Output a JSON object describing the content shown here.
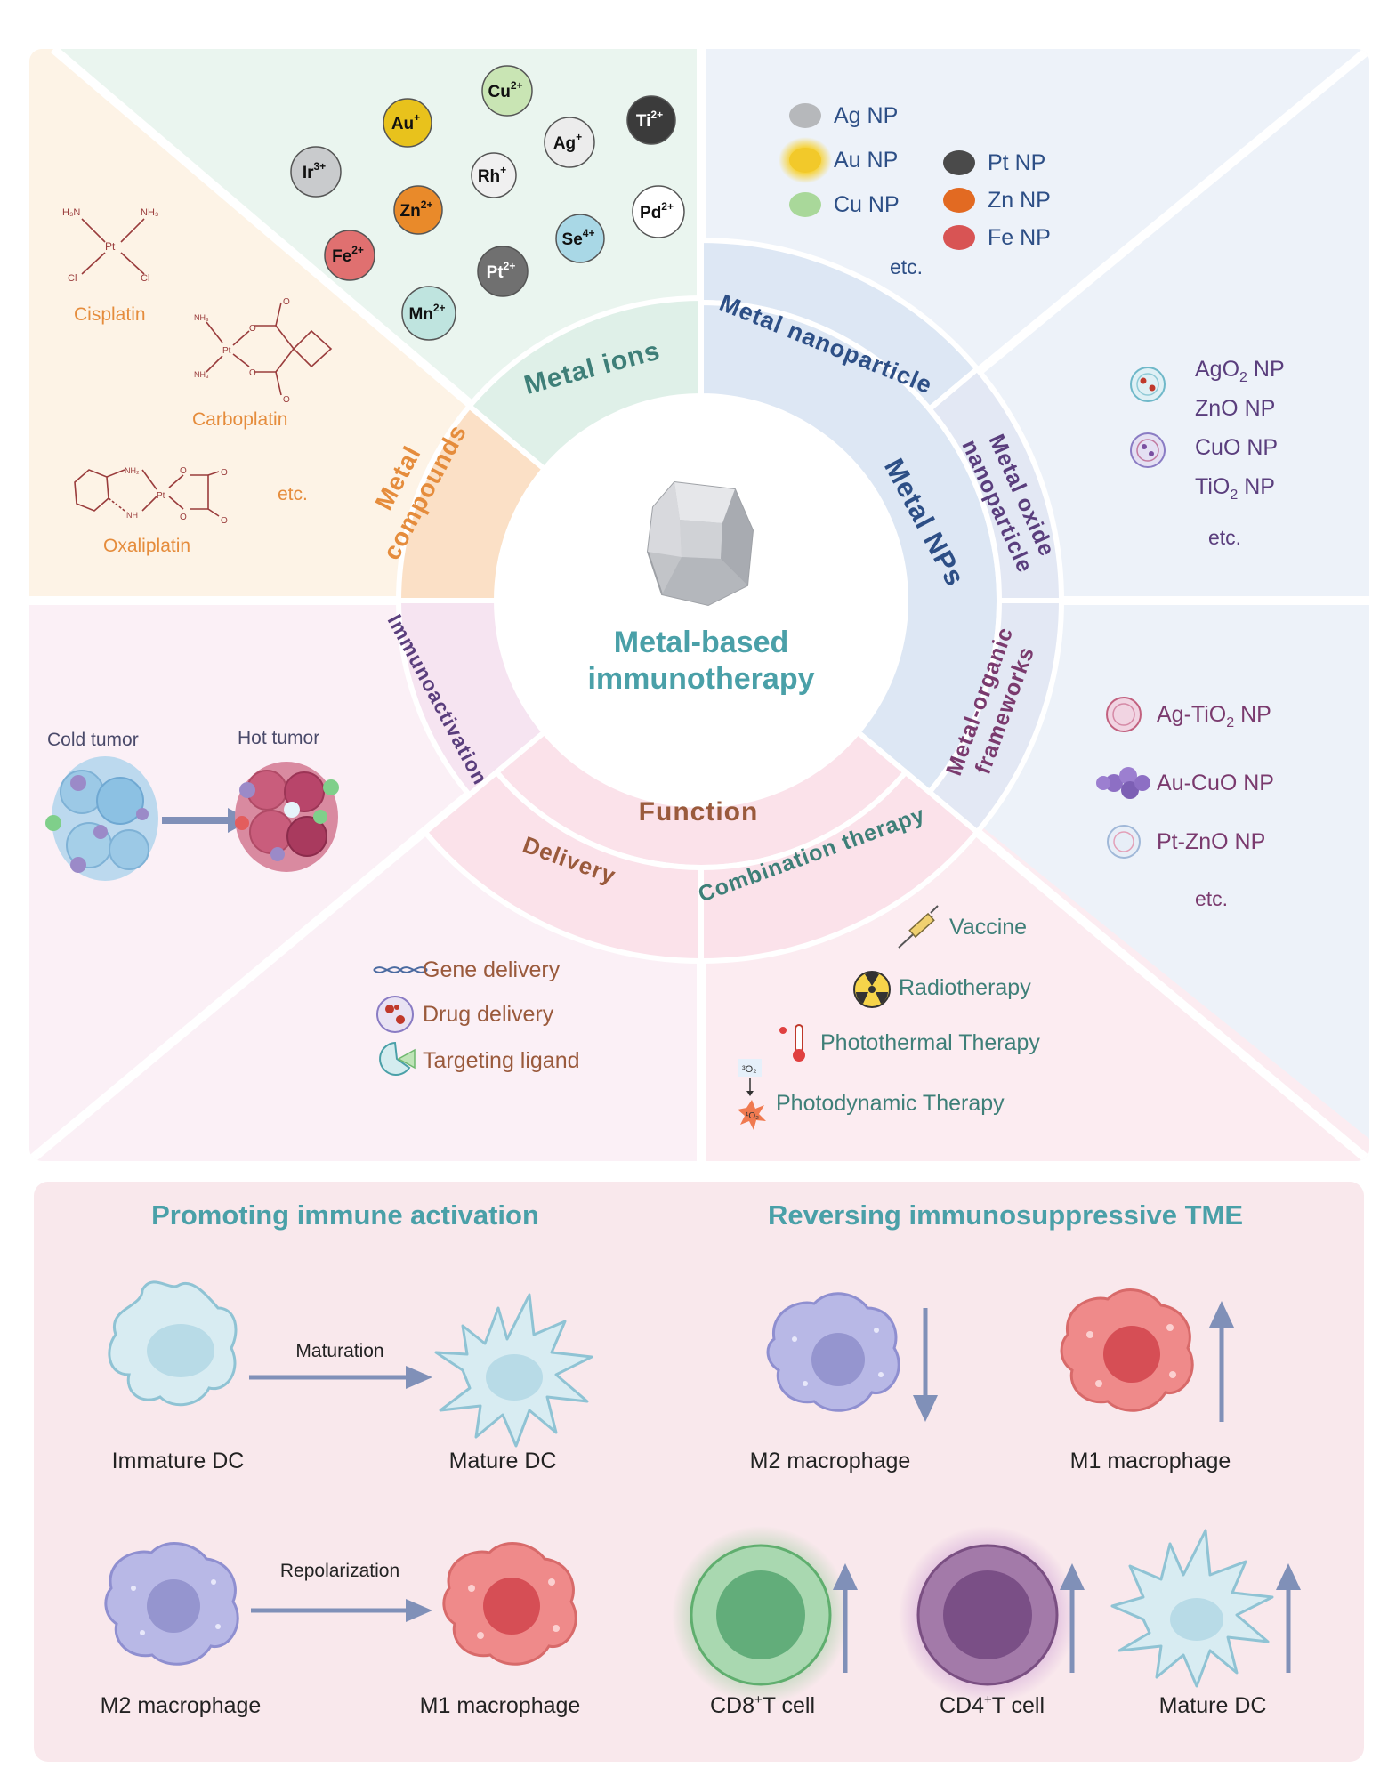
{
  "center": {
    "title_line1": "Metal-based",
    "title_line2": "immunotherapy"
  },
  "ring": {
    "metal_ions": "Metal ions",
    "metal_compounds_line1": "Metal",
    "metal_compounds_line2": "compounds",
    "metal_nanoparticle": "Metal nanoparticle",
    "metal_nps": "Metal NPs",
    "metal_oxide_line1": "Metal oxide",
    "metal_oxide_line2": "nanoparticle",
    "mof_line1": "Metal-organic",
    "mof_line2": "frameworks",
    "function": "Function",
    "immunoactivation": "Immunoactivation",
    "delivery": "Delivery",
    "combination": "Combination therapy"
  },
  "ions": [
    {
      "sym": "Cu",
      "sup": "2+",
      "color": "#c9e5b4"
    },
    {
      "sym": "Au",
      "sup": "+",
      "color": "#e8c21c"
    },
    {
      "sym": "Ag",
      "sup": "+",
      "color": "#ececec"
    },
    {
      "sym": "Ti",
      "sup": "2+",
      "color": "#3b3b3b"
    },
    {
      "sym": "Ir",
      "sup": "3+",
      "color": "#c9cbcd"
    },
    {
      "sym": "Rh",
      "sup": "+",
      "color": "#f0f0f0"
    },
    {
      "sym": "Zn",
      "sup": "2+",
      "color": "#e98a2a"
    },
    {
      "sym": "Pd",
      "sup": "2+",
      "color": "#ffffff"
    },
    {
      "sym": "Se",
      "sup": "4+",
      "color": "#a9d8e6"
    },
    {
      "sym": "Fe",
      "sup": "2+",
      "color": "#e07070"
    },
    {
      "sym": "Pt",
      "sup": "2+",
      "color": "#707070"
    },
    {
      "sym": "Mn",
      "sup": "2+",
      "color": "#bfe4df"
    }
  ],
  "compounds": {
    "cisplatin": "Cisplatin",
    "carboplatin": "Carboplatin",
    "oxaliplatin": "Oxaliplatin",
    "etc": "etc."
  },
  "chem": {
    "h3n": "H₃N",
    "nh3": "NH₃",
    "pt": "Pt",
    "cl": "Cl",
    "nh3s": "NH₃",
    "nh2": "NH₂",
    "nh": "NH",
    "o": "O"
  },
  "metal_nps": [
    {
      "label": "Ag NP",
      "color": "#b6b8bb"
    },
    {
      "label": "Au NP",
      "color": "#f2c92a"
    },
    {
      "label": "Cu NP",
      "color": "#a9d89a"
    },
    {
      "label": "Pt NP",
      "color": "#4a4a4a"
    },
    {
      "label": "Zn NP",
      "color": "#e26a22"
    },
    {
      "label": "Fe NP",
      "color": "#d85454"
    }
  ],
  "metal_nps_etc": "etc.",
  "oxide_nps": [
    {
      "base": "AgO",
      "sub": "2",
      "tail": " NP"
    },
    {
      "base": "ZnO NP",
      "sub": "",
      "tail": ""
    },
    {
      "base": "CuO NP",
      "sub": "",
      "tail": ""
    },
    {
      "base": "TiO",
      "sub": "2",
      "tail": " NP"
    }
  ],
  "oxide_etc": "etc.",
  "mof_nps": [
    {
      "base": "Ag-TiO",
      "sub": "2",
      "tail": " NP"
    },
    {
      "base": "Au-CuO NP",
      "sub": "",
      "tail": ""
    },
    {
      "base": "Pt-ZnO NP",
      "sub": "",
      "tail": ""
    }
  ],
  "mof_etc": "etc.",
  "tumor": {
    "cold": "Cold tumor",
    "hot": "Hot tumor"
  },
  "delivery_items": [
    "Gene delivery",
    "Drug delivery",
    "Targeting ligand"
  ],
  "combination_items": [
    "Vaccine",
    "Radiotherapy",
    "Photothermal Therapy",
    "Photodynamic Therapy"
  ],
  "pdt": {
    "triplet": "³O₂",
    "singlet": "¹O₂"
  },
  "bottom": {
    "left_title": "Promoting immune activation",
    "right_title": "Reversing immunosuppressive TME",
    "maturation": "Maturation",
    "repolarization": "Repolarization",
    "immature_dc": "Immature DC",
    "mature_dc": "Mature DC",
    "m2_macrophage": "M2 macrophage",
    "m1_macrophage": "M1 macrophage",
    "cd8": "CD8",
    "cd4": "CD4",
    "cell_sup": "+",
    "t_cell": "T cell"
  },
  "colors": {
    "teal": "#4aa0a8",
    "blue_text": "#2d4f86",
    "purple_text": "#5a3e7d",
    "orange_text": "#e58c3c",
    "brown_text": "#9a5a3c",
    "arrow": "#8090b8"
  }
}
